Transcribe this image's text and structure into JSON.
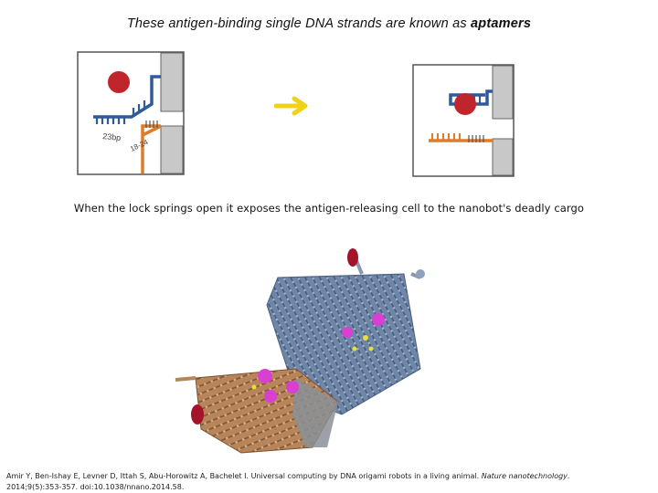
{
  "title": {
    "prefix": "These antigen-binding single DNA strands are known as ",
    "emphasis": "aptamers"
  },
  "diagram_left": {
    "label_bp": "23bp",
    "label_range": "18-24"
  },
  "caption": "When the lock springs open it exposes the antigen-releasing cell to the nanobot's deadly cargo",
  "citation": {
    "authors": "Amir Y, Ben-Ishay E, Levner D, Ittah S, Abu-Horowitz A, Bachelet I. Universal computing by DNA origami robots in a living animal. ",
    "journal": "Nature nanotechnology",
    "rest": ". 2014;9(5):353-357. doi:10.1038/nnano.2014.58."
  },
  "colors": {
    "antigen": "#c0252b",
    "blue_strand": "#2f5a9a",
    "orange_strand": "#e07b2a",
    "wall": "#c8c8c8",
    "arrow": "#f0d21a",
    "origami_orange": "#b8845a",
    "origami_blue": "#6e86a8",
    "cargo": "#d93fd0"
  }
}
